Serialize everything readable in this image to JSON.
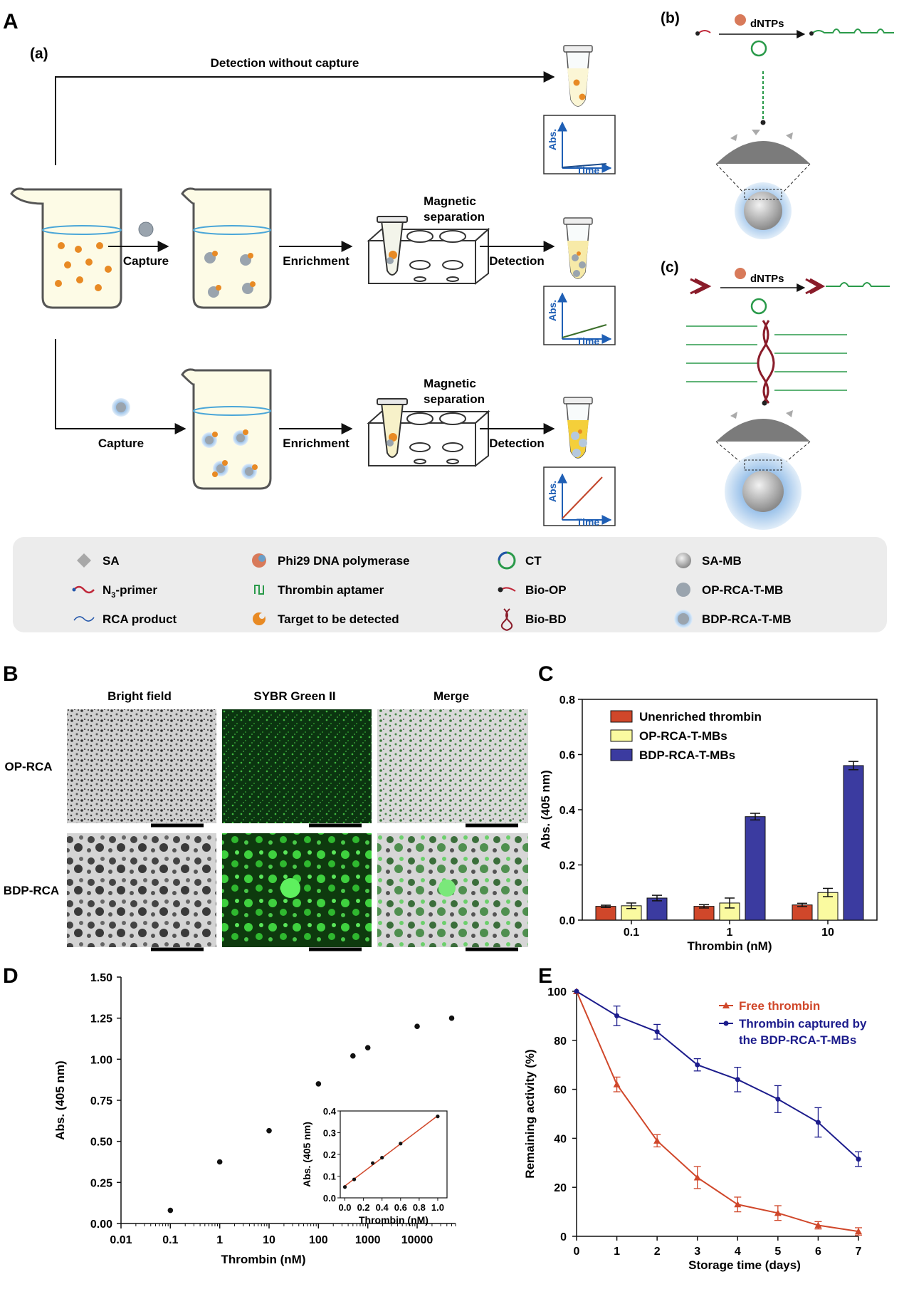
{
  "panelA": {
    "label": "A",
    "sub_a": "(a)",
    "sub_b": "(b)",
    "sub_c": "(c)",
    "detection_without_capture": "Detection without capture",
    "capture": "Capture",
    "enrichment": "Enrichment",
    "magnetic": "Magnetic",
    "separation": "separation",
    "detection": "Detection",
    "abs": "Abs.",
    "time": "Time",
    "dntps": "dNTPs"
  },
  "legend": {
    "items": [
      {
        "icon": "sa-icon",
        "label": "SA"
      },
      {
        "icon": "phi29-polymerase-icon",
        "label": "Phi29 DNA polymerase"
      },
      {
        "icon": "ct-icon",
        "label": "CT"
      },
      {
        "icon": "sa-mb-icon",
        "label": "SA-MB"
      },
      {
        "icon": "n3-primer-icon",
        "label": "N-primer",
        "sub": "3"
      },
      {
        "icon": "thrombin-aptamer-icon",
        "label": "Thrombin aptamer"
      },
      {
        "icon": "bio-op-icon",
        "label": "Bio-OP"
      },
      {
        "icon": "op-rca-t-mb-icon",
        "label": "OP-RCA-T-MB"
      },
      {
        "icon": "rca-product-icon",
        "label": "RCA product"
      },
      {
        "icon": "target-icon",
        "label": "Target to be detected"
      },
      {
        "icon": "bio-bd-icon",
        "label": "Bio-BD"
      },
      {
        "icon": "bdp-rca-t-mb-icon",
        "label": "BDP-RCA-T-MB"
      }
    ]
  },
  "panelB": {
    "label": "B",
    "columns": [
      "Bright field",
      "SYBR Green II",
      "Merge"
    ],
    "rows": [
      "OP-RCA",
      "BDP-RCA"
    ]
  },
  "chart_data": [
    {
      "panel": "C",
      "type": "bar",
      "categories": [
        "0.1",
        "1",
        "10"
      ],
      "xlabel": "Thrombin (nM)",
      "ylabel": "Abs. (405 nm)",
      "ylim": [
        0,
        0.8
      ],
      "yticks": [
        "0.0",
        "0.2",
        "0.4",
        "0.6",
        "0.8"
      ],
      "legend_position": "top-left",
      "series": [
        {
          "name": "Unenriched thrombin",
          "color": "#d0472a",
          "values": [
            0.05,
            0.05,
            0.055
          ],
          "errors": [
            0.004,
            0.006,
            0.006
          ]
        },
        {
          "name": "OP-RCA-T-MBs",
          "color": "#fafaa0",
          "values": [
            0.052,
            0.062,
            0.1
          ],
          "errors": [
            0.01,
            0.018,
            0.015
          ]
        },
        {
          "name": "BDP-RCA-T-MBs",
          "color": "#3b3ba0",
          "values": [
            0.08,
            0.375,
            0.56
          ],
          "errors": [
            0.01,
            0.012,
            0.015
          ]
        }
      ]
    },
    {
      "panel": "D",
      "type": "scatter",
      "xlabel": "Thrombin (nM)",
      "ylabel": "Abs. (405 nm)",
      "xscale": "log",
      "xlim": [
        0.01,
        60000
      ],
      "ylim": [
        0,
        1.5
      ],
      "xticks": [
        "0.01",
        "0.1",
        "1",
        "10",
        "100",
        "1000",
        "10000"
      ],
      "yticks": [
        "0.00",
        "0.25",
        "0.50",
        "0.75",
        "1.00",
        "1.25",
        "1.50"
      ],
      "x": [
        0.1,
        1,
        10,
        100,
        500,
        1000,
        10000,
        50000
      ],
      "y": [
        0.08,
        0.375,
        0.565,
        0.85,
        1.02,
        1.07,
        1.2,
        1.25
      ],
      "errors": [
        0.005,
        0.008,
        0.012,
        0.015,
        0.015,
        0.012,
        0.012,
        0.012
      ],
      "inset": {
        "type": "scatter",
        "xlabel": "Thrombin (nM)",
        "ylabel": "Abs. (405 nm)",
        "xlim": [
          -0.05,
          1.1
        ],
        "ylim": [
          0,
          0.4
        ],
        "xticks": [
          "0.0",
          "0.2",
          "0.4",
          "0.6",
          "0.8",
          "1.0"
        ],
        "yticks": [
          "0.0",
          "0.1",
          "0.2",
          "0.3",
          "0.4"
        ],
        "x": [
          0.0,
          0.1,
          0.3,
          0.4,
          0.6,
          1.0
        ],
        "y": [
          0.05,
          0.085,
          0.16,
          0.185,
          0.25,
          0.375
        ],
        "fit_color": "#d0472a"
      }
    },
    {
      "panel": "E",
      "type": "line",
      "xlabel": "Storage time (days)",
      "ylabel": "Remaining activity (%)",
      "xlim": [
        0,
        7
      ],
      "ylim": [
        0,
        100
      ],
      "xticks": [
        "0",
        "1",
        "2",
        "3",
        "4",
        "5",
        "6",
        "7"
      ],
      "yticks": [
        "0",
        "20",
        "40",
        "60",
        "80",
        "100"
      ],
      "legend_position": "top-right",
      "x": [
        0,
        1,
        2,
        3,
        4,
        5,
        6,
        7
      ],
      "series": [
        {
          "name": "Free thrombin",
          "color": "#d0472a",
          "marker": "triangle",
          "values": [
            100,
            62,
            39,
            24,
            13,
            9.5,
            4.5,
            2
          ],
          "errors": [
            0,
            3,
            2.5,
            4.5,
            3,
            3,
            1.5,
            1.5
          ]
        },
        {
          "name": "Thrombin captured by",
          "name2": "the BDP-RCA-T-MBs",
          "color": "#1c1c8c",
          "marker": "circle",
          "values": [
            100,
            90,
            83.5,
            70,
            64,
            56,
            46.5,
            31.5
          ],
          "errors": [
            0,
            4,
            3,
            2.5,
            5,
            5.5,
            6,
            3
          ]
        }
      ]
    }
  ],
  "panel_labels": {
    "c": "C",
    "d": "D",
    "e": "E"
  }
}
